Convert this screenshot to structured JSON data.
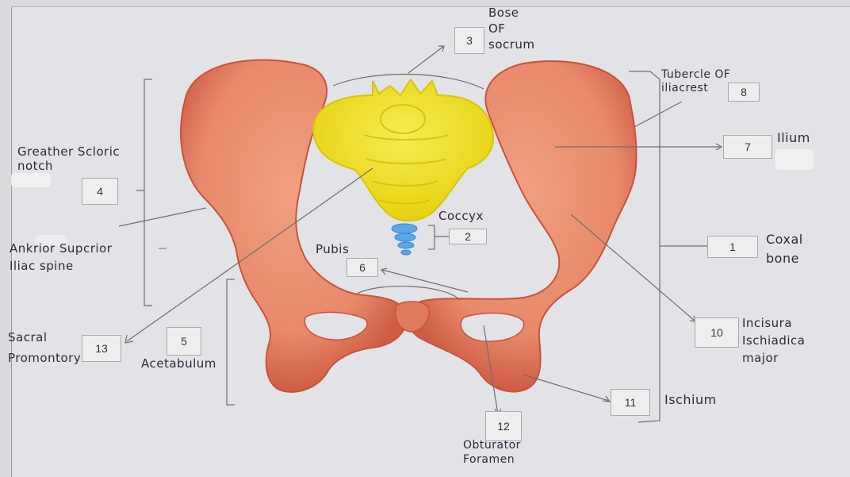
{
  "numbers": {
    "n1": "1",
    "n2": "2",
    "n3": "3",
    "n4": "4",
    "n5": "5",
    "n6": "6",
    "n7": "7",
    "n8": "8",
    "n10": "10",
    "n11": "11",
    "n12": "12",
    "n13": "13"
  },
  "labels": {
    "base_of_sacrum": "Bose\nOF\nsocrum",
    "tubercle_iliac_crest": "Tubercle OF\niliacrest",
    "ilium": "Ilium",
    "greater_sciatic_notch": "Greather Scloric\nnotch",
    "anterior_superior_iliac_spine": "Ankrior Supcrior\nIliac spine",
    "coccyx": "Coccyx",
    "pubis": "Pubis",
    "coxal_bone": "Coxal\nbone",
    "incisura_ischiadica_major": "Incisura\nIschiadica\nmajor",
    "sacral_promontory": "Sacral\nPromontory",
    "acetabulum": "Acetabulum",
    "ischium": "Ischium",
    "obturator_foramen": "Obturator\nForamen"
  },
  "colors": {
    "bone": "#e8896b",
    "bone_dark": "#c7533e",
    "sacrum": "#f2e21a",
    "sacrum_dark": "#d8c40e",
    "coccyx": "#5aa6e8",
    "line": "#6e6e6e"
  }
}
